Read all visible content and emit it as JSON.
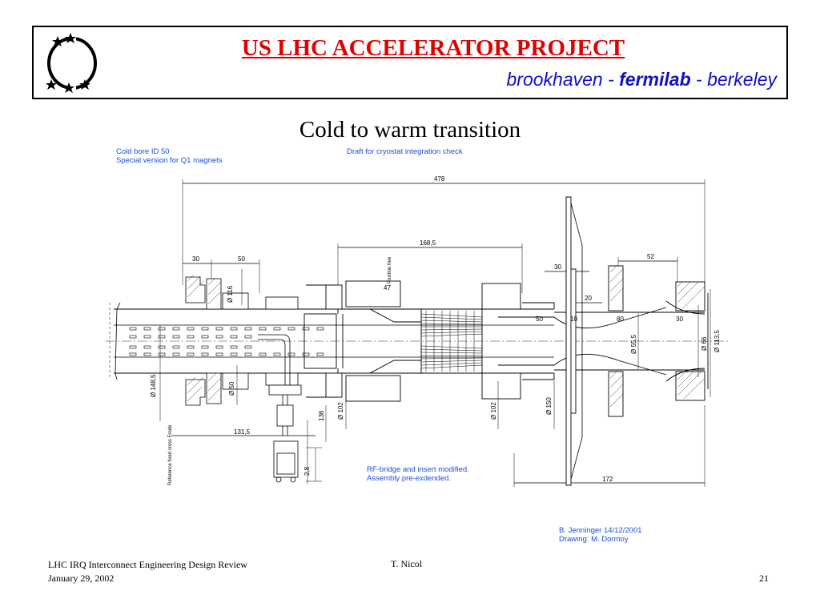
{
  "header": {
    "title": "US LHC ACCELERATOR PROJECT",
    "sub_brookhaven": "brookhaven - ",
    "sub_fermilab": "fermilab",
    "sub_berkeley": " - berkeley"
  },
  "slide_title": "Cold to warm transition",
  "notes": {
    "cold_bore_1": "Cold bore ID 50",
    "cold_bore_2": "Special version for Q1 magnets",
    "draft": "Draft for cryostat integration check",
    "rf_1": "RF-bridge and insert modified.",
    "rf_2": "Assembly pre-exdended.",
    "author_1": "B. Jenninger 14/12/2001",
    "author_2": "Drawing: M. Dormoy"
  },
  "dimensions": {
    "d478": "478",
    "d168_5": "168,5",
    "d30a": "30",
    "d50a": "50",
    "d30b": "30",
    "d52": "52",
    "d20": "20",
    "d50b": "50",
    "d10": "10",
    "d80": "80",
    "d30c": "30",
    "d131_5": "131,5",
    "d172": "172",
    "d2_8": "2,8",
    "d136": "136",
    "dia116": "Ø 116",
    "dia148_5": "Ø 148,5",
    "dia50": "Ø 50",
    "dia102a": "Ø 102",
    "dia102b": "Ø 102",
    "dia150": "Ø 150",
    "dia55_5": "Ø 55,5",
    "dia66": "Ø 66",
    "dia113_5": "Ø 113,5",
    "bellows_label": "Position free",
    "d47": "47",
    "reference_label": "Reference fixed cross Frode"
  },
  "footer": {
    "line1": "LHC IRQ Interconnect Engineering Design Review",
    "line2": "January 29, 2002",
    "author": "T. Nicol",
    "page": "21"
  }
}
